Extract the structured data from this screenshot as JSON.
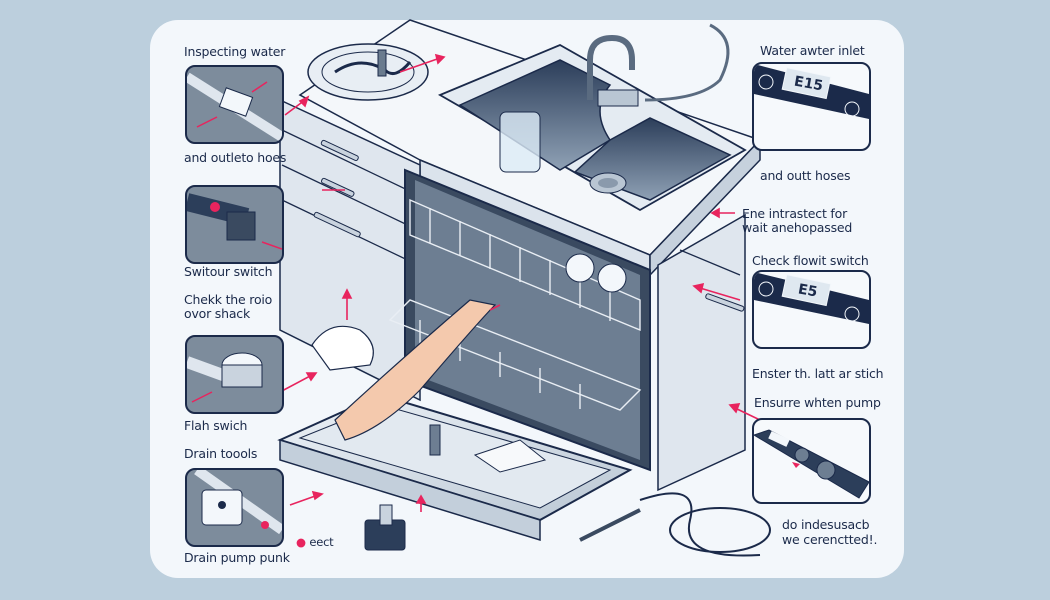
{
  "illustration": {
    "subject": "Dishwasher repair / troubleshooting diagram",
    "accent_color": "#e8245e",
    "outline_color": "#1b2a4a",
    "background_color": "#bccfdd",
    "panel_color": "#f3f7fb"
  },
  "left_labels": [
    {
      "text": "Inspecting water"
    },
    {
      "text": "and outleto hoes"
    },
    {
      "text": "Switour switch"
    },
    {
      "text": "Chekk the roio"
    },
    {
      "text": "ovor shack"
    },
    {
      "text": "Flah swich"
    },
    {
      "text": "Drain toools"
    },
    {
      "text": "Drain pump punk"
    }
  ],
  "center_labels": {
    "connect": "eect"
  },
  "right_labels": [
    {
      "text": "Water awter inlet"
    },
    {
      "text": "and outt hoses"
    },
    {
      "text": "Ene intrastect for"
    },
    {
      "text": "wait anehopassed"
    },
    {
      "text": "Check flowit switch"
    },
    {
      "text": "Enster th. latt ar stich"
    },
    {
      "text": "Ensurre whten pump"
    },
    {
      "text": "do indesusacb"
    },
    {
      "text": "we cerenctted!."
    }
  ],
  "displays": [
    {
      "code": "E15",
      "name": "error-display-top"
    },
    {
      "code": "E5",
      "name": "error-display-middle"
    }
  ]
}
